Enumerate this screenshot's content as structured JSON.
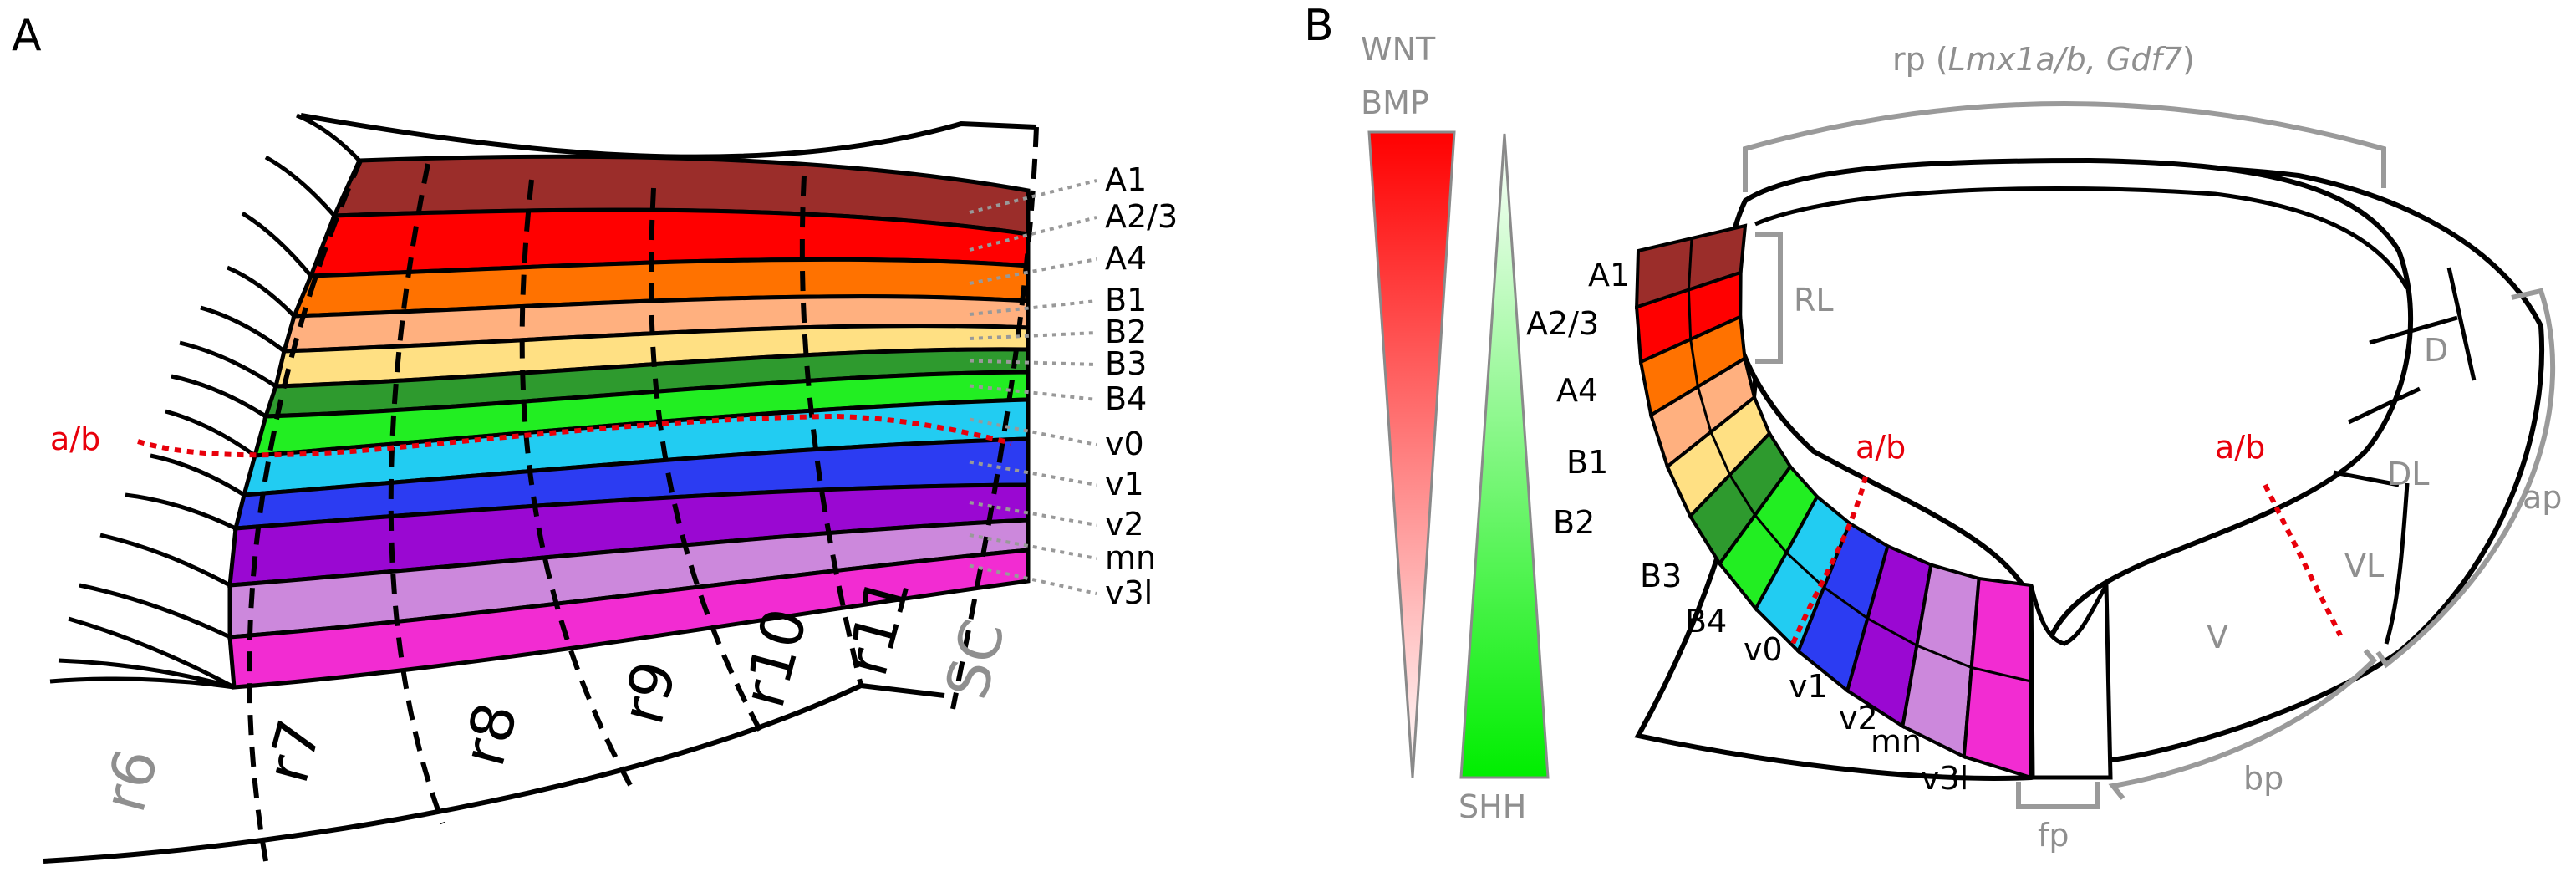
{
  "panel_a": {
    "letter": "A",
    "domains": [
      {
        "label": "A1",
        "color": "#9b2d2a"
      },
      {
        "label": "A2/3",
        "color": "#ff0000"
      },
      {
        "label": "A4",
        "color": "#ff7200"
      },
      {
        "label": "B1",
        "color": "#ffb07f"
      },
      {
        "label": "B2",
        "color": "#ffe083"
      },
      {
        "label": "B3",
        "color": "#2e9a2e"
      },
      {
        "label": "B4",
        "color": "#22ee22"
      },
      {
        "label": "v0",
        "color": "#22ccf2"
      },
      {
        "label": "v1",
        "color": "#2c3cf2"
      },
      {
        "label": "v2",
        "color": "#9a08d2"
      },
      {
        "label": "mn",
        "color": "#cc88dc"
      },
      {
        "label": "v3l",
        "color": "#f22cd2"
      }
    ],
    "boundary_label": "a/b",
    "rhombomeres": {
      "r6": "r6",
      "r7": "r7",
      "r8": "r8",
      "r9": "r9",
      "r10": "r10",
      "r11": "r11",
      "sc": "SC"
    }
  },
  "panel_b": {
    "letter": "B",
    "gradient_top_1": "WNT",
    "gradient_top_2": "BMP",
    "gradient_bottom": "SHH",
    "rp_prefix": "rp (",
    "rp_genes": "Lmx1a/b, Gdf7",
    "rp_suffix": ")",
    "rl": "RL",
    "fp": "fp",
    "bp": "bp",
    "ap": "ap",
    "right_regions": {
      "d": "D",
      "dl": "DL",
      "vl": "VL",
      "v": "V"
    },
    "boundary_label": "a/b",
    "domains": [
      "A1",
      "A2/3",
      "A4",
      "B1",
      "B2",
      "B3",
      "B4",
      "v0",
      "v1",
      "v2",
      "mn",
      "v3l"
    ]
  }
}
